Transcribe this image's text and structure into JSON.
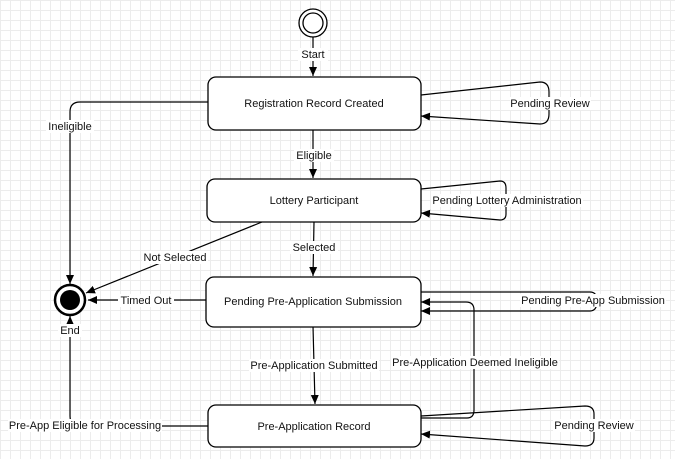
{
  "diagram": {
    "start": {
      "label": "Start"
    },
    "end": {
      "label": "End"
    },
    "states": {
      "registration": "Registration Record Created",
      "lottery": "Lottery Participant",
      "pending_pre_app": "Pending Pre-Application Submission",
      "pre_app_record": "Pre-Application Record"
    },
    "transitions": {
      "pending_review_top": "Pending Review",
      "ineligible": "Ineligible",
      "eligible": "Eligible",
      "pending_lottery_admin": "Pending Lottery Administration",
      "not_selected": "Not Selected",
      "selected": "Selected",
      "timed_out": "Timed Out",
      "pending_pre_app_submission": "Pending Pre-App Submission",
      "pre_application_submitted": "Pre-Application Submitted",
      "pre_application_deemed_ineligible": "Pre-Application Deemed Ineligible",
      "pre_app_eligible_for_processing": "Pre-App Eligible for Processing",
      "pending_review_bottom": "Pending Review"
    }
  }
}
